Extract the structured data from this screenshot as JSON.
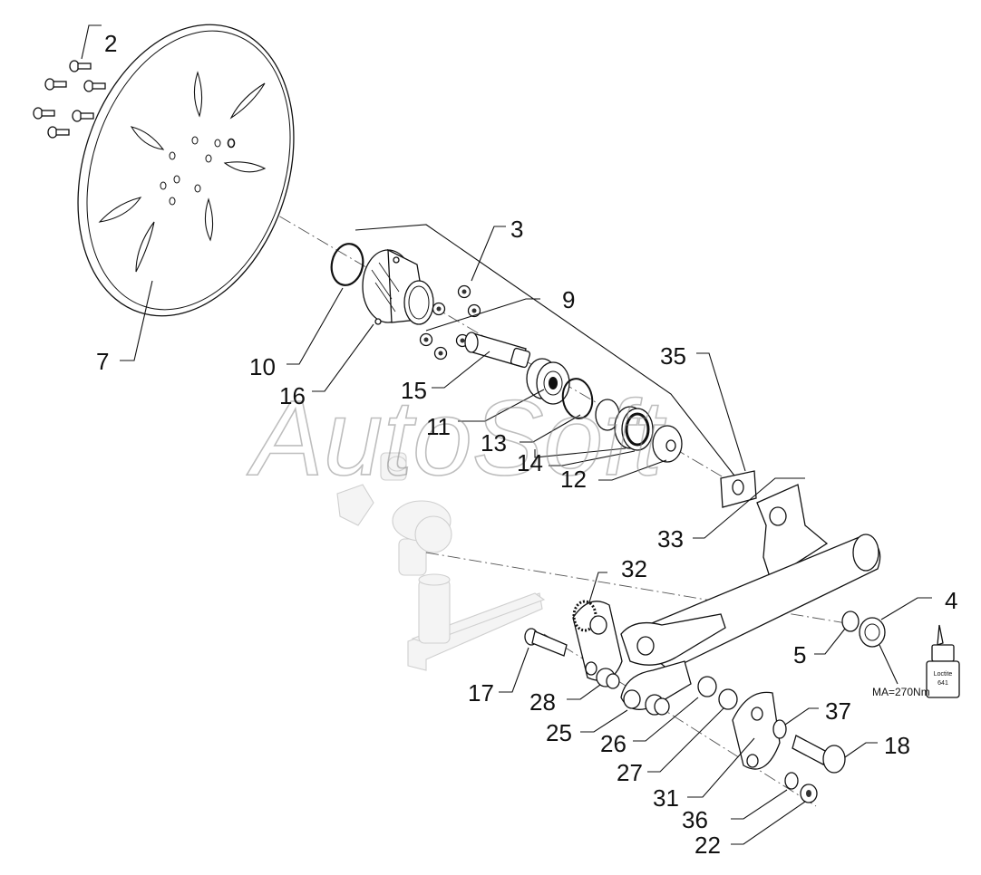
{
  "diagram": {
    "watermark": "AutoSoft",
    "torque_note": "MA=270Nm",
    "bottle_label": [
      "Loctite",
      "641"
    ],
    "part_labels": [
      {
        "id": "2",
        "text": "2"
      },
      {
        "id": "3",
        "text": "3"
      },
      {
        "id": "9",
        "text": "9"
      },
      {
        "id": "7",
        "text": "7"
      },
      {
        "id": "10",
        "text": "10"
      },
      {
        "id": "16",
        "text": "16"
      },
      {
        "id": "15",
        "text": "15"
      },
      {
        "id": "35",
        "text": "35"
      },
      {
        "id": "11",
        "text": "11"
      },
      {
        "id": "13",
        "text": "13"
      },
      {
        "id": "14",
        "text": "14"
      },
      {
        "id": "12",
        "text": "12"
      },
      {
        "id": "33",
        "text": "33"
      },
      {
        "id": "32",
        "text": "32"
      },
      {
        "id": "4",
        "text": "4"
      },
      {
        "id": "5",
        "text": "5"
      },
      {
        "id": "17",
        "text": "17"
      },
      {
        "id": "28",
        "text": "28"
      },
      {
        "id": "25",
        "text": "25"
      },
      {
        "id": "26",
        "text": "26"
      },
      {
        "id": "37",
        "text": "37"
      },
      {
        "id": "18",
        "text": "18"
      },
      {
        "id": "27",
        "text": "27"
      },
      {
        "id": "31",
        "text": "31"
      },
      {
        "id": "36",
        "text": "36"
      },
      {
        "id": "22",
        "text": "22"
      }
    ]
  }
}
